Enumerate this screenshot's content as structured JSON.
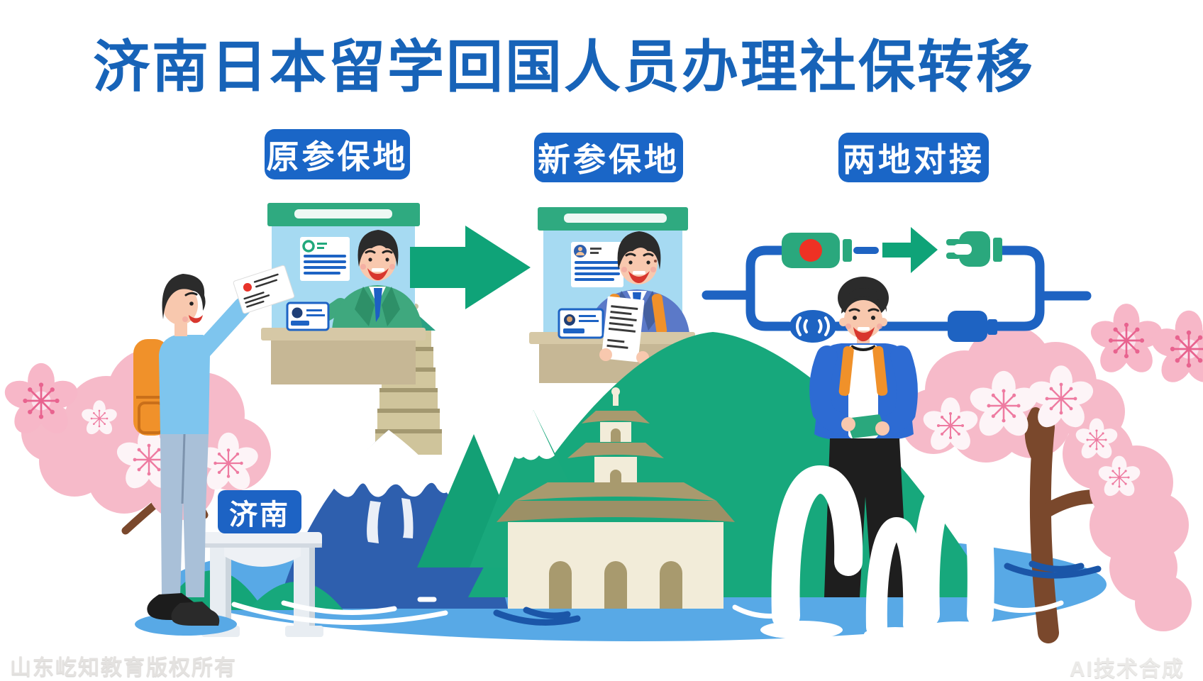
{
  "title": "济南日本留学回国人员办理社保转移",
  "steps": [
    {
      "label": "原参保地"
    },
    {
      "label": "新参保地"
    },
    {
      "label": "两地对接"
    }
  ],
  "city_sign": "济南",
  "watermark_left": "山东屹知教育版权所有",
  "watermark_right": "AI技术合成",
  "icons": {
    "arrow": "green-right-arrow-icon",
    "plug_red_dot": "plug-with-red-indicator-icon",
    "hook_plug": "green-hook-plug-icon",
    "wireless_connector": "wireless-link-connector-icon"
  },
  "colors": {
    "title_blue": "#1763b8",
    "label_blue": "#1a66c7",
    "cable_blue": "#1e63c2",
    "counter_green": "#2faa80",
    "arrow_green": "#0fa378",
    "backdrop_blue": "#a6daf2",
    "pond_blue": "#58a9e6",
    "fuji_blue": "#2e5fae",
    "mountain_green": "#17a87c",
    "blossom_pink": "#f6bac9",
    "pagoda_ivory": "#f2ecd9",
    "pagoda_roof": "#a89a6e",
    "backpack_orange": "#f0912a"
  }
}
